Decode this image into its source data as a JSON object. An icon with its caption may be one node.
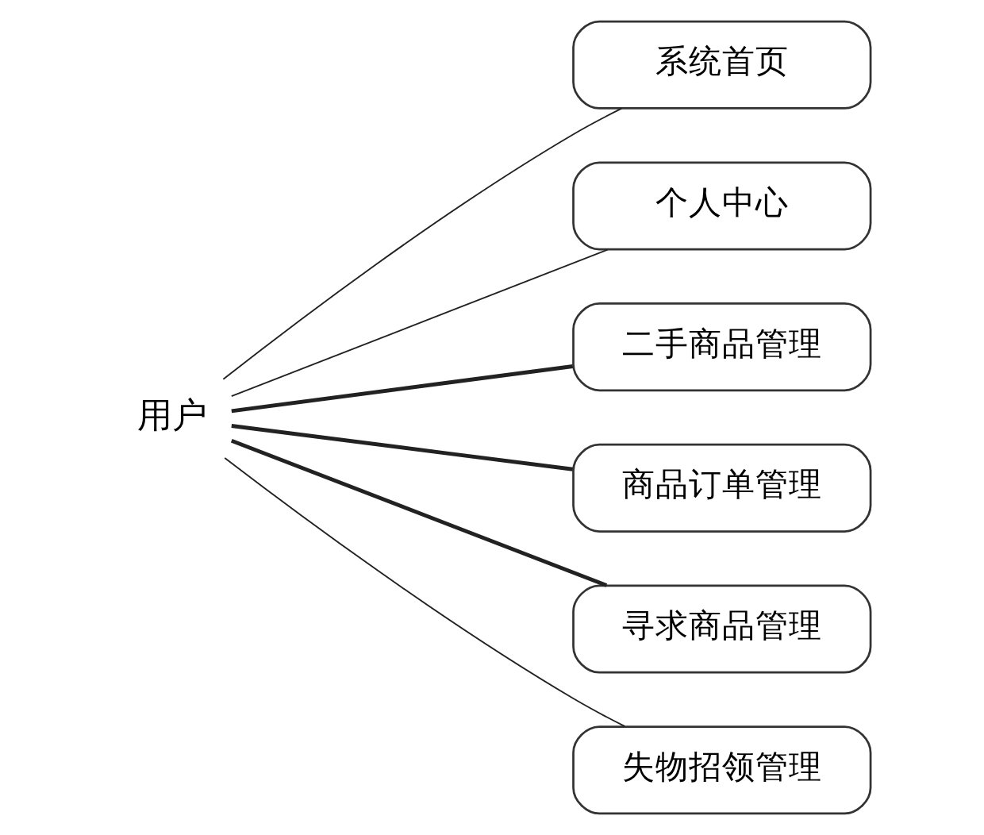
{
  "diagram": {
    "nodes": [
      {
        "text": [
          "用户"
        ]
      },
      {
        "text": [
          "系统首页"
        ]
      },
      {
        "text": [
          "个人中心"
        ]
      },
      {
        "text": [
          "二手商品管理"
        ]
      },
      {
        "text": [
          "商品订单管理"
        ]
      },
      {
        "text": [
          "寻求商品管理"
        ]
      },
      {
        "text": [
          "失物招领管理"
        ]
      }
    ],
    "edges": [
      {
        "from": 0,
        "to": 1,
        "arrow": "none"
      },
      {
        "from": 0,
        "to": 2,
        "arrow": "none"
      },
      {
        "from": 0,
        "to": 3,
        "arrow": "none",
        "style": "thick"
      },
      {
        "from": 0,
        "to": 4,
        "arrow": "none",
        "style": "thick"
      },
      {
        "from": 0,
        "to": 5,
        "arrow": "none",
        "style": "thick"
      },
      {
        "from": 0,
        "to": 6,
        "arrow": "none"
      }
    ]
  }
}
